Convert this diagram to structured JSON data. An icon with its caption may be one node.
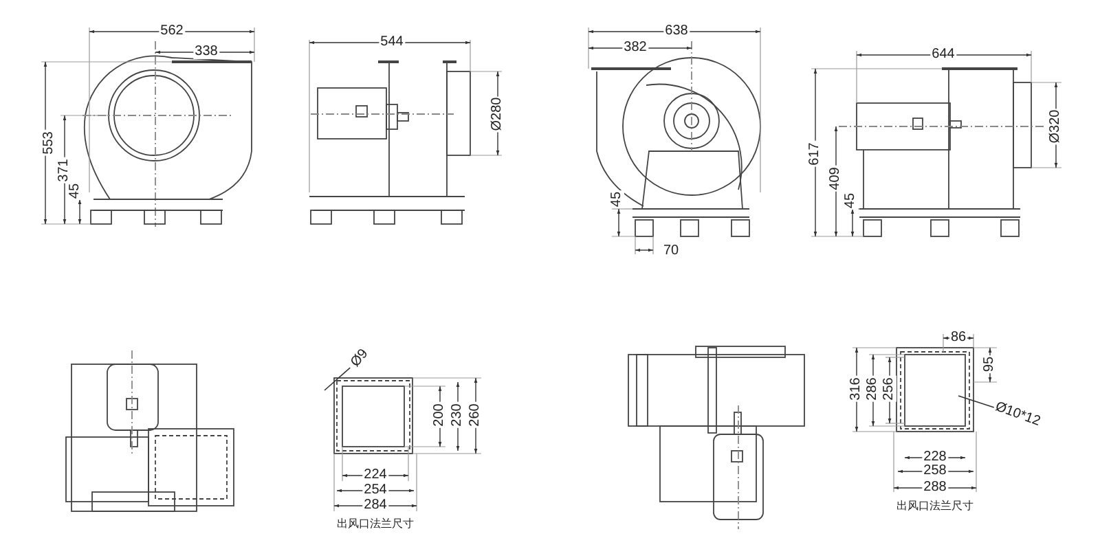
{
  "diagram": {
    "nodes": [
      {
        "text": [
          "Ø9"
        ]
      },
      {
        "text": [
          "Ø10*12"
        ]
      }
    ],
    "edges": [
      {
        "from": 0,
        "to": null,
        "arrow": "none"
      },
      {
        "from": 1,
        "to": null,
        "arrow": "none"
      }
    ],
    "labels": [
      "562",
      "338",
      "553",
      "371",
      "45",
      "544",
      "Ø280",
      "638",
      "382",
      "45",
      "70",
      "644",
      "Ø320",
      "617",
      "409",
      "45",
      "200",
      "230",
      "260",
      "224",
      "254",
      "284",
      "出风口法兰尺寸",
      "86",
      "95",
      "316",
      "286",
      "256",
      "228",
      "258",
      "288",
      "出风口法兰尺寸"
    ]
  }
}
